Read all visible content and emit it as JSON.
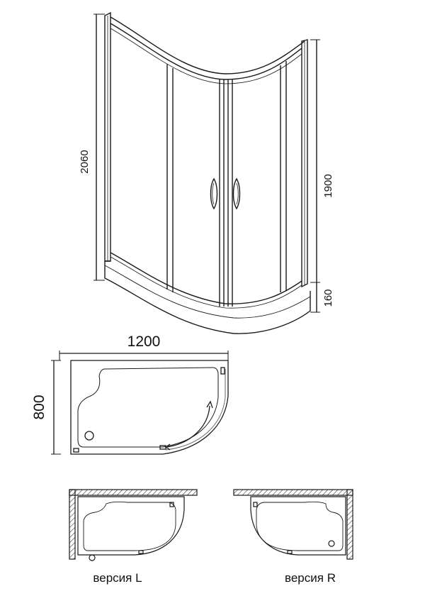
{
  "front_view": {
    "dim_total_height": "2060",
    "dim_door_height": "1900",
    "dim_tray_height": "160"
  },
  "plan_view": {
    "dim_width": "1200",
    "dim_depth": "800"
  },
  "versions": {
    "left_label": "версия L",
    "right_label": "версия R"
  },
  "colors": {
    "line": "#1a1a1a",
    "light_line": "#6a6a6a",
    "hatch": "#3a3a3a"
  }
}
